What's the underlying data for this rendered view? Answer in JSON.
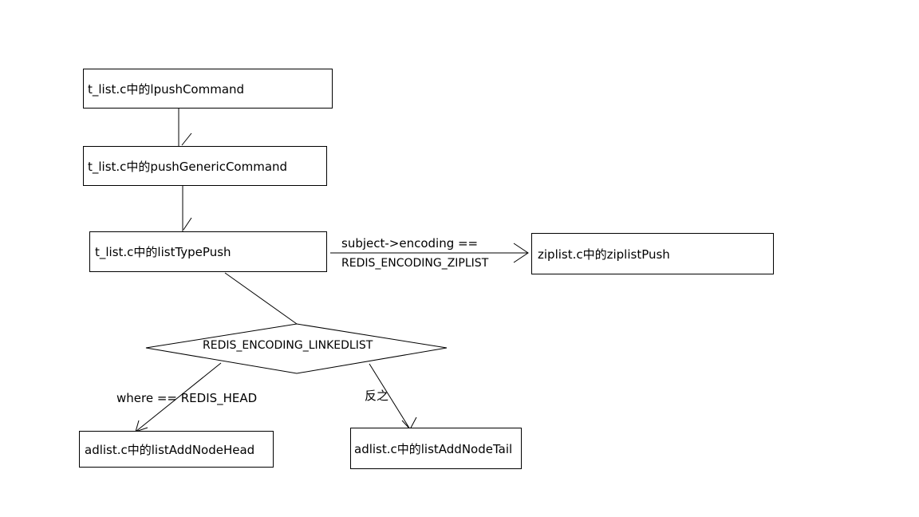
{
  "nodes": {
    "lpush": "t_list.c中的lpushCommand",
    "push_generic": "t_list.c中的pushGenericCommand",
    "list_type_push": "t_list.c中的listTypePush",
    "ziplist_push": "ziplist.c中的ziplistPush",
    "linkedlist_decision": "REDIS_ENCODING_LINKEDLIST",
    "add_head": "adlist.c中的listAddNodeHead",
    "add_tail": "adlist.c中的listAddNodeTail"
  },
  "edges": {
    "ziplist_condition_line1": "subject->encoding ==",
    "ziplist_condition_line2": "REDIS_ENCODING_ZIPLIST",
    "head_condition": "where == REDIS_HEAD",
    "else_condition": "反之"
  }
}
